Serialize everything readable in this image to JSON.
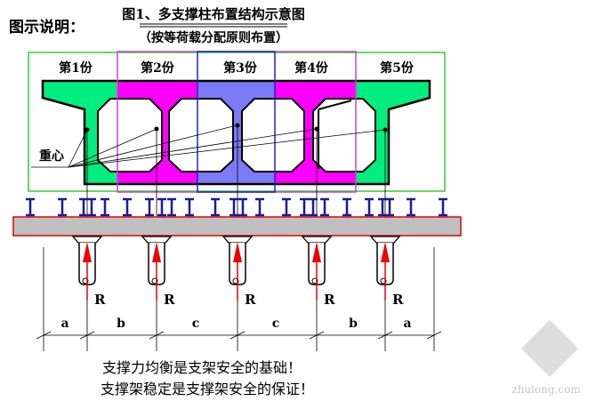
{
  "header": {
    "legend_label": "图示说明：",
    "title": "图1、多支撑柱布置结构示意图",
    "subtitle": "（按等荷载分配原则布置）"
  },
  "sections": [
    "第1份",
    "第2份",
    "第3份",
    "第4份",
    "第5份"
  ],
  "centroid_label": "重心",
  "reaction_label": "R",
  "dimensions": [
    "a",
    "b",
    "c",
    "c",
    "b",
    "a"
  ],
  "footer": {
    "line1": "支撑力均衡是支架安全的基础！",
    "line2": "支撑架稳定是支撑架安全的保证！"
  },
  "watermark": "zhulong.com",
  "colors": {
    "edge_section": "#00ee80",
    "mid_section": "#ff00ff",
    "center_section": "#7b7bf7",
    "edge_frame": "#33cc33",
    "mid_frame": "#cc44cc",
    "center_frame": "#2222cc",
    "ibeam": "#1a1a99",
    "arrow": "#ee0000",
    "bar": "#c0c0c0"
  }
}
